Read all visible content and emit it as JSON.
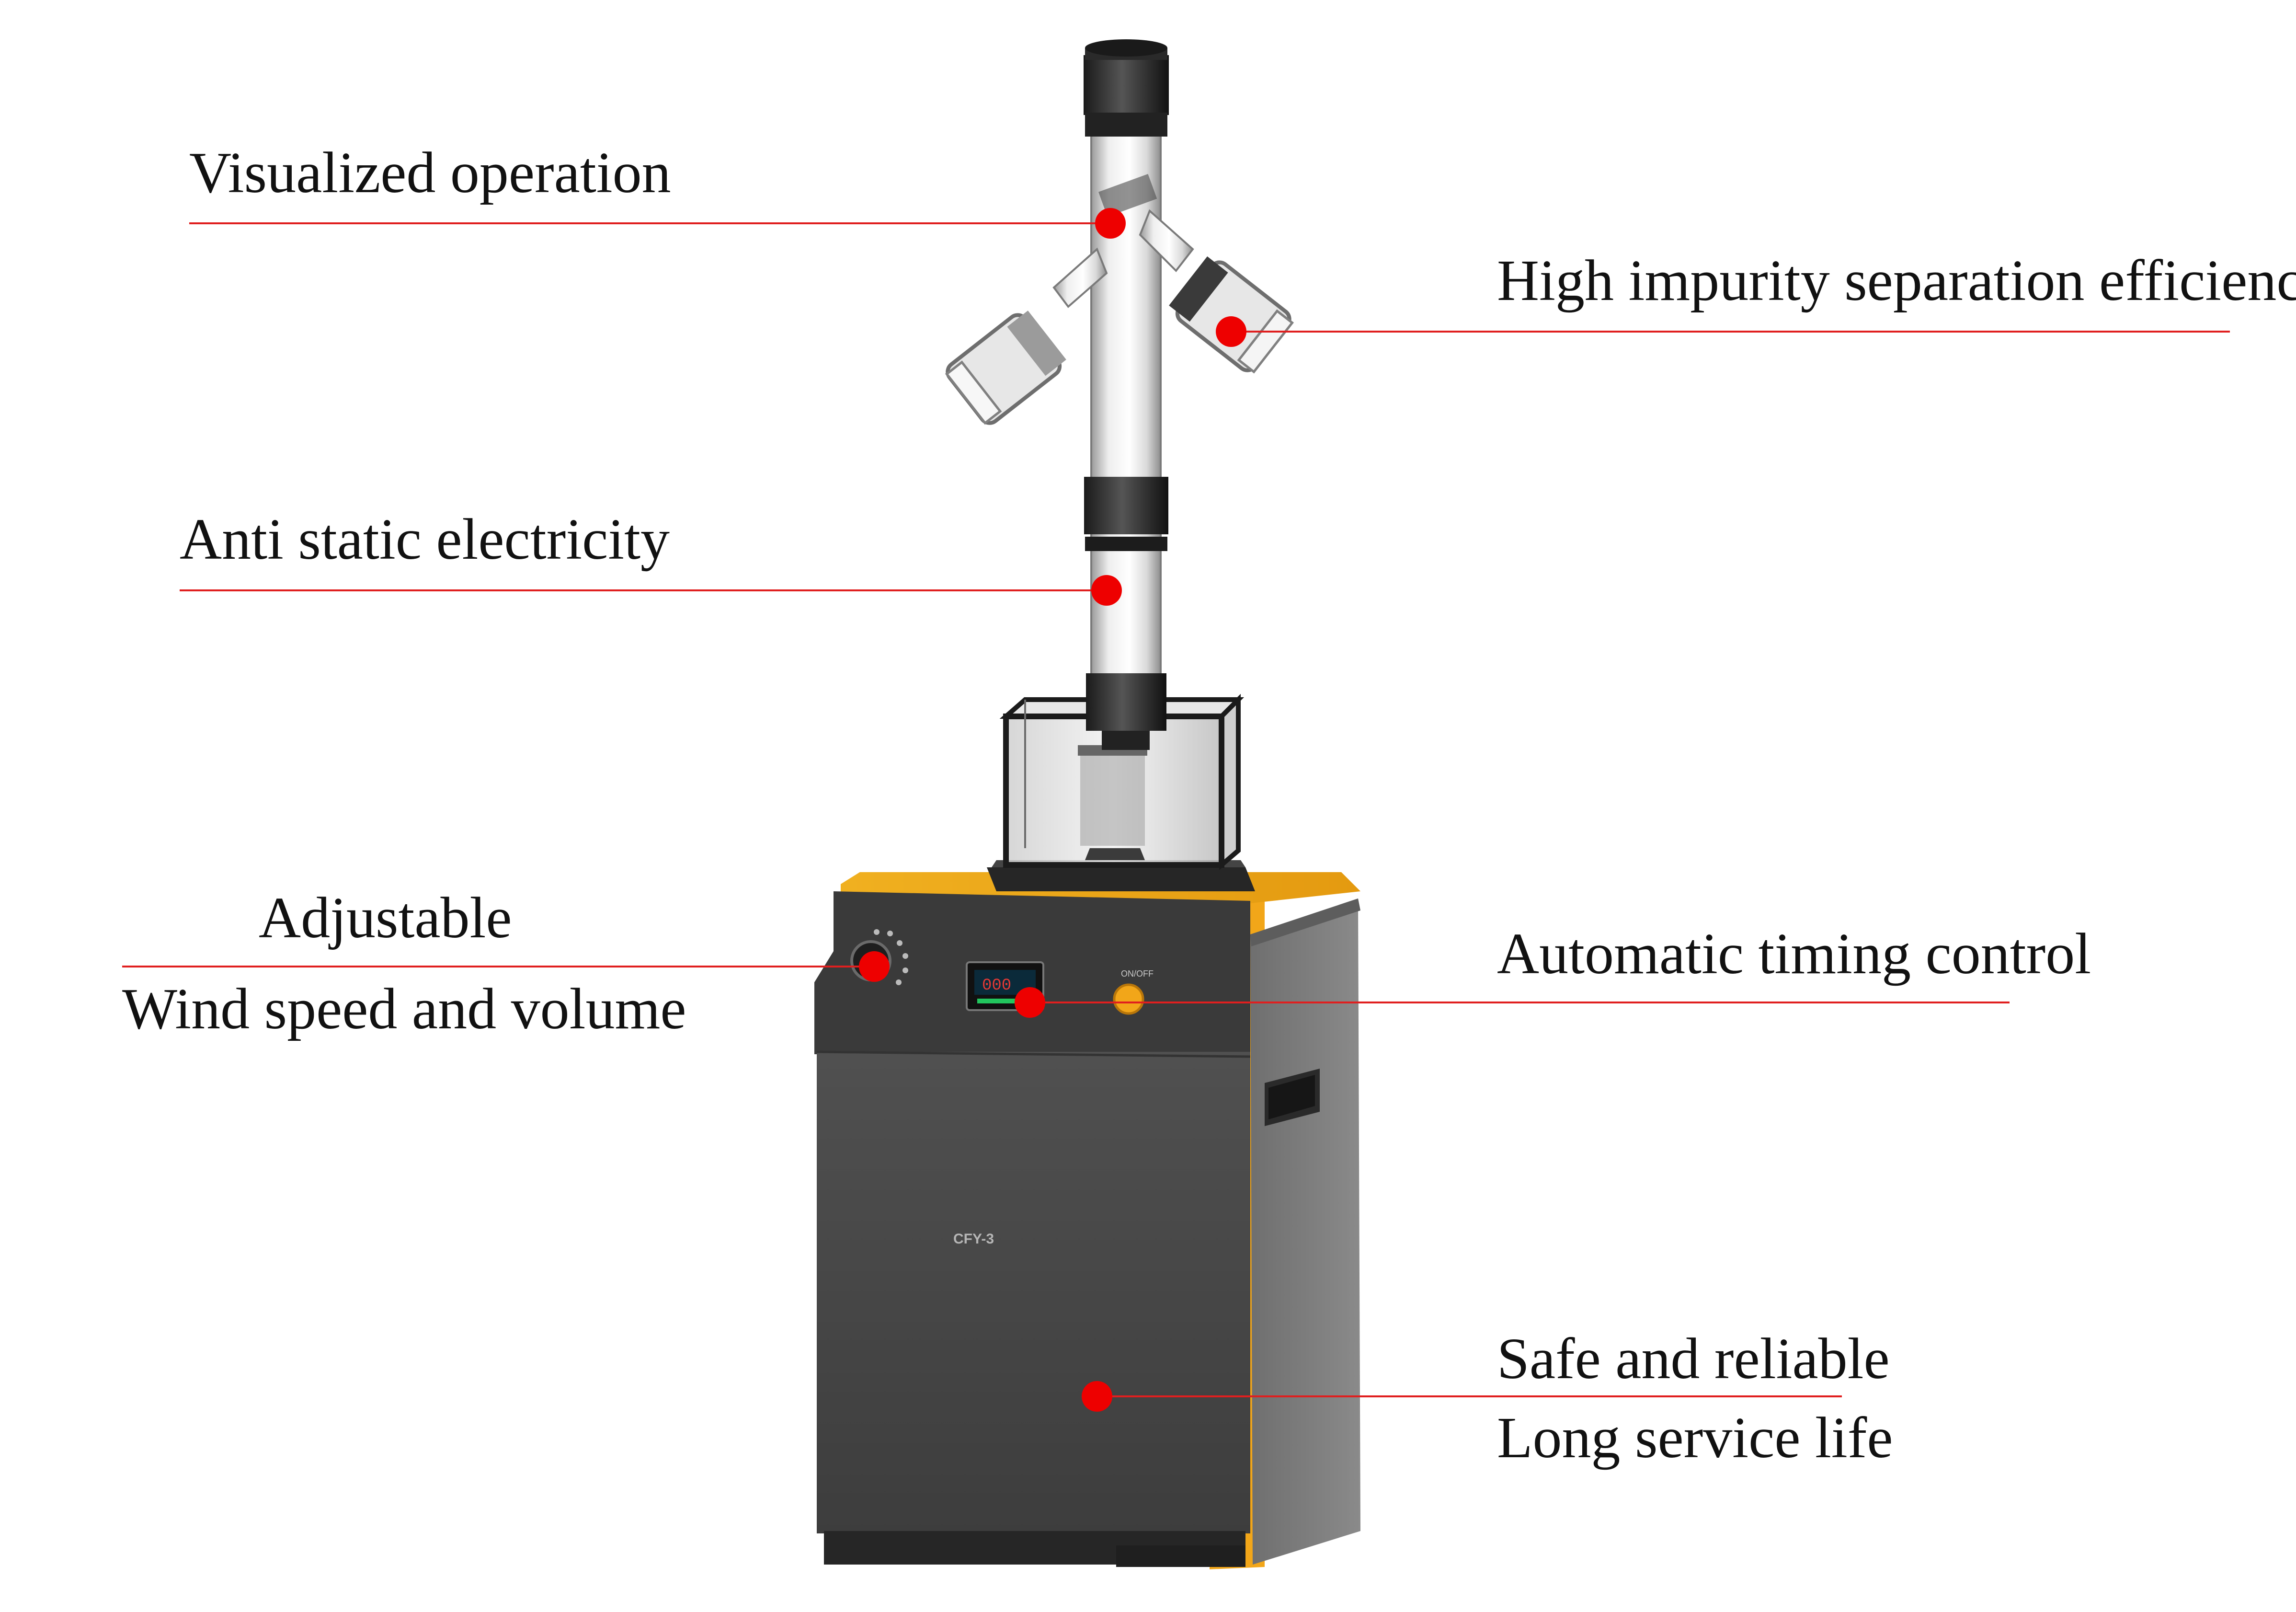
{
  "callouts": {
    "visualized": {
      "text": "Visualized operation"
    },
    "impurity": {
      "text": "High impurity separation efficiency"
    },
    "anti_static": {
      "text": "Anti static electricity"
    },
    "adjustable": {
      "line1": "Adjustable",
      "line2": "Wind speed and volume"
    },
    "timing": {
      "text": "Automatic timing control"
    },
    "safe": {
      "line1": "Safe and reliable",
      "line2": "Long service life"
    }
  },
  "machine": {
    "model_label": "CFY-3",
    "power_label": "ON/OFF",
    "display_value": "000"
  },
  "colors": {
    "accent_orange": "#f2a619",
    "body_gray": "#4a4a4a",
    "leader_red": "#e01f1f",
    "dot_red": "#ee0000",
    "display_green": "#22c55e"
  }
}
